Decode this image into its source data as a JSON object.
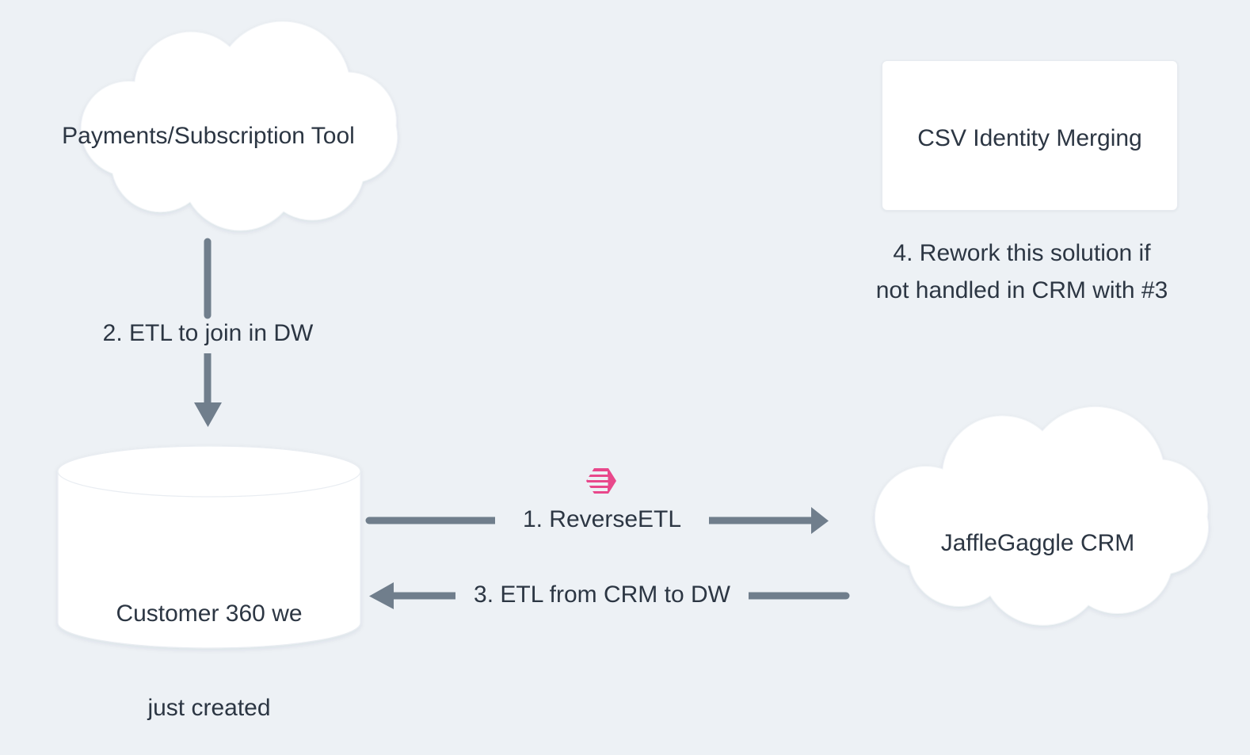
{
  "diagram": {
    "background_color": "#edf1f5",
    "text_color": "#2c3643",
    "arrow_color": "#707e8c",
    "node_fill": "#ffffff",
    "accent_color": "#e8488b",
    "nodes": {
      "payments_cloud": {
        "label": "Payments/Subscription Tool",
        "shape": "cloud"
      },
      "csv_box": {
        "label": "CSV Identity Merging",
        "shape": "rectangle"
      },
      "warehouse_cylinder": {
        "label": "Customer 360 we\njust created",
        "line1": "Customer 360 we",
        "line2": "just created",
        "shape": "cylinder"
      },
      "crm_cloud": {
        "label": "JaffleGaggle CRM",
        "shape": "cloud"
      }
    },
    "edges": {
      "reverse_etl": {
        "label": "1. ReverseETL",
        "direction": "right",
        "from": "warehouse_cylinder",
        "to": "crm_cloud"
      },
      "etl_join_dw": {
        "label": "2. ETL to join in DW",
        "direction": "down",
        "from": "payments_cloud",
        "to": "warehouse_cylinder"
      },
      "etl_crm_to_dw": {
        "label": "3. ETL from CRM to DW",
        "direction": "left",
        "from": "crm_cloud",
        "to": "warehouse_cylinder"
      }
    },
    "notes": {
      "note_four": {
        "line1": "4. Rework this solution if",
        "line2": "not handled in CRM with #3"
      }
    },
    "icons": {
      "hightouch_logo": "hightouch-logo-icon"
    }
  }
}
